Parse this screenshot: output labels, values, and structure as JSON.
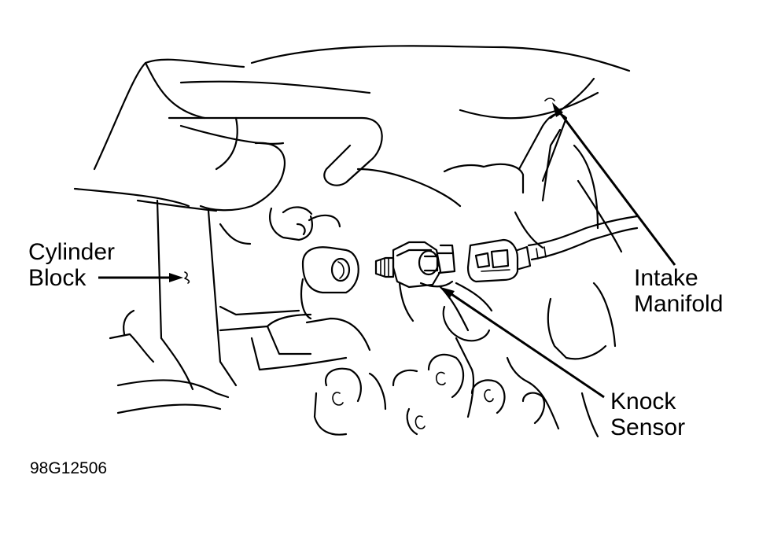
{
  "labels": {
    "cylinder_block": [
      "Cylinder",
      "Block"
    ],
    "intake_manifold": [
      "Intake",
      "Manifold"
    ],
    "knock_sensor": [
      "Knock",
      "Sensor"
    ]
  },
  "figure_code": "98G12506",
  "colors": {
    "ink": "#000000",
    "paper": "#ffffff"
  }
}
